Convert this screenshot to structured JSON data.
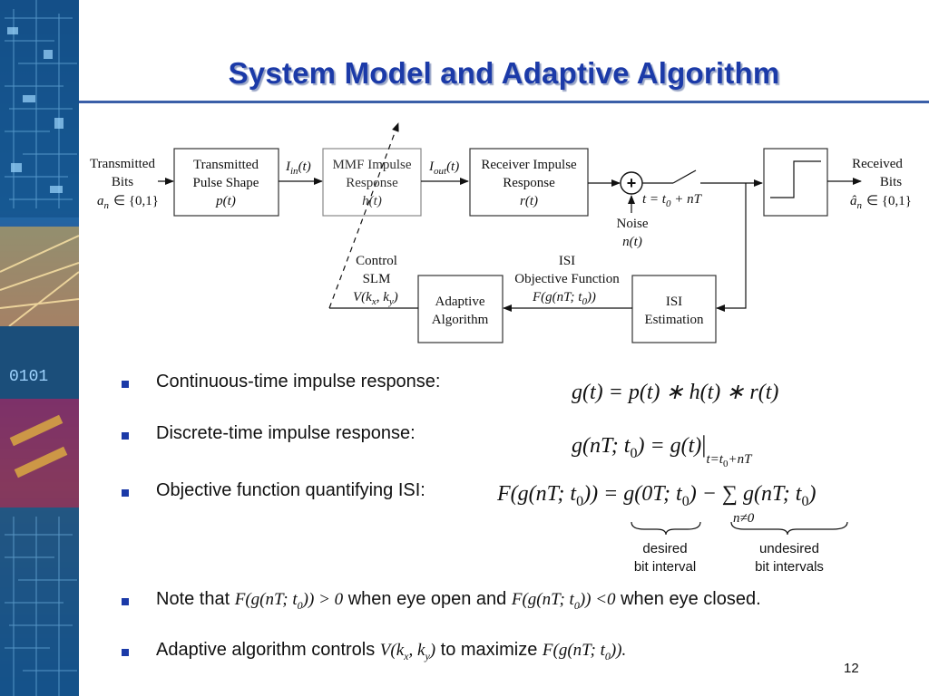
{
  "slide": {
    "title": "System Model and Adaptive Algorithm",
    "page_number": "12"
  },
  "diagram": {
    "transmitted": {
      "line1": "Transmitted",
      "line2": "Bits",
      "var": "a",
      "sub": "n",
      "set": "∈ {0,1}"
    },
    "pulse_shape": {
      "line1": "Transmitted",
      "line2": "Pulse Shape",
      "line3": "p(t)"
    },
    "i_in": {
      "var": "I",
      "sub": "in",
      "arg": "(t)"
    },
    "mmf": {
      "line1": "MMF Impulse",
      "line2": "Response",
      "line3": "h(t)"
    },
    "i_out": {
      "var": "I",
      "sub": "out",
      "arg": "(t)"
    },
    "receiver": {
      "line1": "Receiver Impulse",
      "line2": "Response",
      "line3": "r(t)"
    },
    "adder_symbol": "+",
    "noise": {
      "line1": "Noise",
      "line2": "n(t)"
    },
    "sampler": {
      "label": "t = t",
      "sub": "0",
      "rest": " + nT"
    },
    "received": {
      "line1": "Received",
      "line2": "Bits",
      "var": "â",
      "sub": "n",
      "set": "∈ {0,1}"
    },
    "control": {
      "line1": "Control",
      "line2": "SLM",
      "line3": "V(k",
      "sub1": "x",
      "mid": ", k",
      "sub2": "y",
      "end": ")"
    },
    "isi_label": {
      "line1": "ISI",
      "line2": "Objective Function",
      "line3": "F(g(nT; t",
      "sub": "0",
      "end": "))"
    },
    "adaptive": {
      "line1": "Adaptive",
      "line2": "Algorithm"
    },
    "isi_est": {
      "line1": "ISI",
      "line2": "Estimation"
    }
  },
  "bullets": [
    {
      "text": "Continuous-time impulse response:"
    },
    {
      "text": "Discrete-time impulse response:"
    },
    {
      "text": "Objective function quantifying ISI:"
    },
    {
      "pre": "Note that ",
      "m1": "F(g(nT; t",
      "m1sub": "0",
      "m1end": ")) > 0",
      "mid": " when eye open and ",
      "m2": "F(g(nT; t",
      "m2sub": "0",
      "m2end": ")) <0",
      "post": " when eye closed."
    },
    {
      "pre": "Adaptive algorithm controls ",
      "m1": "V(k",
      "m1sub": "x",
      "m1mid": ", k",
      "m1sub2": "y",
      "m1end": ")",
      "mid": " to maximize ",
      "m2": "F(g(nT; t",
      "m2sub": "0",
      "m2end": "))."
    }
  ],
  "equations": {
    "eq1": "g(t) = p(t) ∗ h(t) ∗ r(t)",
    "eq2": {
      "lhs": "g(nT; t",
      "lsub": "0",
      "mid": ") = g(t)",
      "evalsub": "t=t",
      "evalsub0": "0",
      "evalrest": "+nT"
    },
    "eq3": {
      "lhs": "F(g(nT; t",
      "lsub": "0",
      "mid": ")) = g(0T; t",
      "msub": "0",
      "minus": ") − ∑ g(nT; t",
      "rsub": "0",
      "rend": ")",
      "sumsub": "n≠0"
    }
  },
  "brace_labels": {
    "desired": {
      "line1": "desired",
      "line2": "bit interval"
    },
    "undesired": {
      "line1": "undesired",
      "line2": "bit intervals"
    }
  }
}
